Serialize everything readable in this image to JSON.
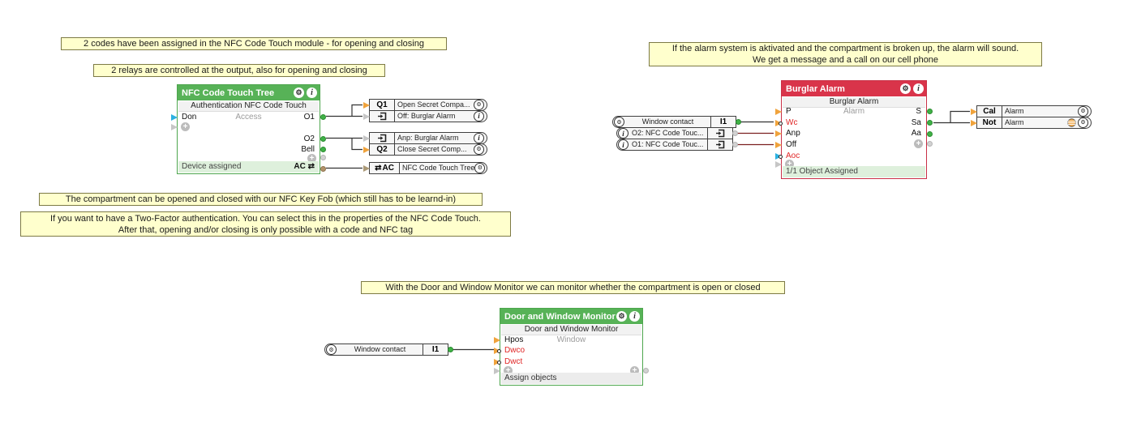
{
  "icons": {
    "gear": "⚙",
    "info": "i",
    "plus": "+",
    "swap": "⇄"
  },
  "annotations": [
    {
      "text": "2 codes have been assigned in the NFC Code Touch module - for opening and closing"
    },
    {
      "text": "2 relays are controlled at the output, also for opening and closing"
    },
    {
      "text": "If the alarm system is aktivated and the compartment is broken up, the alarm will sound.\nWe get a message and a call on our cell phone"
    },
    {
      "text": "The compartment can be opened and closed with our NFC Key Fob (which still has to be learnd-in)"
    },
    {
      "text": "If you want to have a Two-Factor authentication. You can select this in the properties of the NFC Code Touch.\nAfter that, opening and/or closing is only possible with a code and NFC tag"
    },
    {
      "text": "With the Door and Window Monitor we can monitor whether the compartment is open or closed"
    }
  ],
  "nfc": {
    "title": "NFC Code Touch Tree",
    "subtitle": "Authentication NFC Code Touch",
    "center": "Access",
    "in1": "Don",
    "out1": "O1",
    "out2": "O2",
    "out3": "Bell",
    "footer": "Device assigned",
    "ac": "AC"
  },
  "burglar": {
    "title": "Burglar Alarm",
    "subtitle": "Burglar Alarm",
    "center": "Alarm",
    "in1": "P",
    "in2": "Wc",
    "in3": "Anp",
    "in4": "Off",
    "in5": "Aoc",
    "out1": "S",
    "out2": "Sa",
    "out3": "Aa",
    "footer": "1/1 Object Assigned"
  },
  "door": {
    "title": "Door and Window Monitor",
    "subtitle": "Door and Window Monitor",
    "center": "Window",
    "in1": "Hpos",
    "in2": "Dwco",
    "in3": "Dwct",
    "footer": "Assign objects"
  },
  "connectors": {
    "q1": {
      "tag": "Q1",
      "label": "Open Secret Compa..."
    },
    "off": {
      "label": "Off: Burglar Alarm"
    },
    "anp": {
      "label": "Anp: Burglar Alarm"
    },
    "q2": {
      "tag": "Q2",
      "label": "Close Secret Comp..."
    },
    "ac": {
      "tag": "AC",
      "label": "NFC Code Touch Tree"
    },
    "wc1": {
      "label": "Window contact",
      "tag": "I1"
    },
    "o2ref": {
      "label": "O2: NFC Code Touc..."
    },
    "o1ref": {
      "label": "O1: NFC Code Touc..."
    },
    "cal": {
      "tag": "Cal",
      "label": "Alarm"
    },
    "not": {
      "tag": "Not",
      "label": "Alarm"
    },
    "wc2": {
      "label": "Window contact",
      "tag": "I1"
    }
  },
  "colors": {
    "block_green": "#57b257",
    "block_red": "#d9344a",
    "footer_green": "#def0dc",
    "note_yellow": "#ffffcd",
    "wire": "#333333",
    "wire_dark_red": "#7b2020",
    "arrow_orange": "#f0a33c",
    "arrow_cyan": "#2bb1e0",
    "output_green": "#3fb246"
  }
}
